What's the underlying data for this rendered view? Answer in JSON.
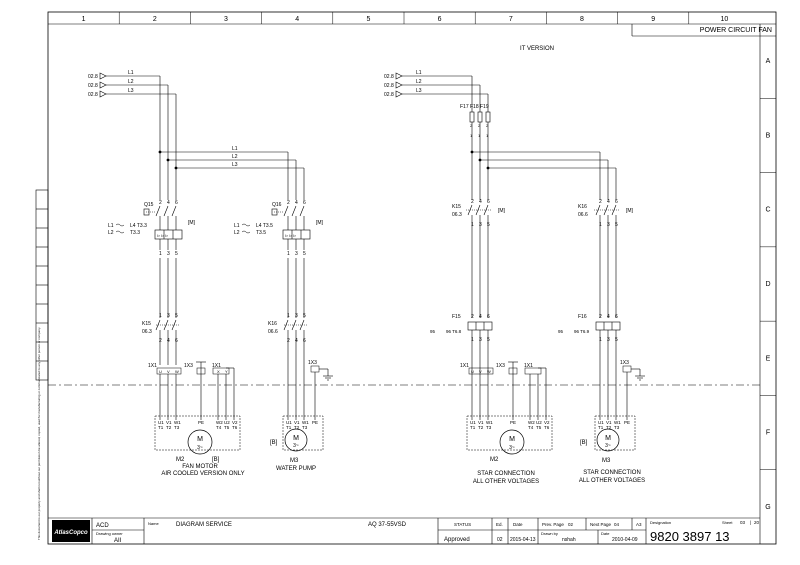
{
  "sheet_title": "POWER CIRCUIT FAN",
  "subtitle": "IT VERSION",
  "columns": [
    "1",
    "2",
    "3",
    "4",
    "5",
    "6",
    "7",
    "8",
    "9",
    "10"
  ],
  "rows": [
    "A",
    "B",
    "C",
    "D",
    "E",
    "F",
    "G"
  ],
  "left_feed": {
    "sources": [
      "02.8",
      "02.8",
      "02.8"
    ],
    "phases": [
      "L1",
      "L2",
      "L3"
    ]
  },
  "right_feed": {
    "sources": [
      "02.8",
      "02.8",
      "02.8"
    ],
    "phases": [
      "L1",
      "L2",
      "L3"
    ]
  },
  "mid_bus": [
    "L1",
    "L2",
    "L3"
  ],
  "right_fuses": {
    "labels": [
      "F17",
      "F18",
      "F19"
    ],
    "in_terms": [
      "2",
      "2",
      "2"
    ],
    "out_terms": [
      "1",
      "1",
      "1"
    ]
  },
  "q15": {
    "label": "Q15",
    "top_terms": [
      "2",
      "4",
      "6"
    ],
    "bottom_terms": [
      "1",
      "3",
      "5"
    ],
    "mark": "[M]",
    "aux1": "L1",
    "aux1_ref": "L4 T3.3",
    "aux2": "L2",
    "aux2_ref": "T3.3",
    "plate": "I> I> I>"
  },
  "q16": {
    "label": "Q16",
    "top_terms": [
      "2",
      "4",
      "6"
    ],
    "bottom_terms": [
      "1",
      "3",
      "5"
    ],
    "mark": "[M]",
    "aux1": "L1",
    "aux1_ref": "L4 T3.5",
    "aux2": "L2",
    "aux2_ref": "T3.5",
    "plate": "I> I> I>"
  },
  "k15_a": {
    "label": "K15",
    "ref": "06.3",
    "top_terms": [
      "1",
      "3",
      "5"
    ],
    "bottom_terms": [
      "2",
      "4",
      "6"
    ]
  },
  "k16_a": {
    "label": "K16",
    "ref": "06.6",
    "top_terms": [
      "1",
      "3",
      "5"
    ],
    "bottom_terms": [
      "2",
      "4",
      "6"
    ]
  },
  "k15_b": {
    "label": "K15",
    "ref": "06.3",
    "top_terms": [
      "2",
      "4",
      "6"
    ],
    "bottom_terms": [
      "1",
      "3",
      "5"
    ],
    "mark": "[M]"
  },
  "k16_b": {
    "label": "K16",
    "ref": "06.6",
    "top_terms": [
      "2",
      "4",
      "6"
    ],
    "bottom_terms": [
      "1",
      "3",
      "5"
    ],
    "mark": "[M]"
  },
  "f15": {
    "label": "F15",
    "ref1": "95",
    "ref2": "96 T6.8",
    "top_terms": [
      "2",
      "4",
      "6"
    ],
    "bottom_terms": [
      "1",
      "3",
      "5"
    ]
  },
  "f16": {
    "label": "F16",
    "ref1": "95",
    "ref2": "96 T6.9",
    "top_terms": [
      "2",
      "4",
      "6"
    ],
    "bottom_terms": [
      "1",
      "3",
      "5"
    ]
  },
  "terminals": {
    "x1": "1X1",
    "x3": "1X3",
    "uvw": [
      "U",
      "V",
      "W"
    ],
    "pe": "PE",
    "xy": [
      "X",
      "Y"
    ]
  },
  "motor_m2_left": {
    "symbol": "M",
    "phase": "3~",
    "terms_a": [
      "U1",
      "V1",
      "W1"
    ],
    "terms_b": [
      "T1",
      "T2",
      "T3"
    ],
    "pe": "PE",
    "terms_c": [
      "W2",
      "U2",
      "V2"
    ],
    "terms_d": [
      "T4",
      "T5",
      "T6"
    ],
    "tag": "M2",
    "mark": "[B]",
    "caption1": "FAN MOTOR",
    "caption2": "AIR COOLED VERSION ONLY"
  },
  "motor_m3_left": {
    "symbol": "M",
    "phase": "3~",
    "terms_a": [
      "U1",
      "V1",
      "W1"
    ],
    "terms_b": [
      "T1",
      "T2",
      "T3"
    ],
    "pe": "PE",
    "tag": "M3",
    "mark": "[B]",
    "caption1": "WATER PUMP"
  },
  "motor_m2_right": {
    "symbol": "M",
    "phase": "3~",
    "terms_a": [
      "U1",
      "V1",
      "W1"
    ],
    "terms_b": [
      "T1",
      "T2",
      "T3"
    ],
    "pe": "PE",
    "terms_c": [
      "W2",
      "U2",
      "V2"
    ],
    "terms_d": [
      "T4",
      "T5",
      "T6"
    ],
    "tag": "M2",
    "caption1": "STAR CONNECTION",
    "caption2": "ALL OTHER VOLTAGES"
  },
  "motor_m3_right": {
    "symbol": "M",
    "phase": "3~",
    "terms_a": [
      "U1",
      "V1",
      "W1"
    ],
    "terms_b": [
      "T1",
      "T2",
      "T3"
    ],
    "pe": "PE",
    "tag": "M3",
    "mark": "[B]",
    "caption1": "STAR CONNECTION",
    "caption2": "ALL OTHER VOLTAGES"
  },
  "title_block": {
    "logo": "AtlasCopco",
    "dept": "ACD",
    "owner_label": "Drawing owner",
    "owner": "AII",
    "name_label": "Name",
    "name": "DIAGRAM SERVICE",
    "model": "AQ 37-55VSD",
    "status_label": "STATUS",
    "status": "Approved",
    "ed_label": "Ed.",
    "ed": "02",
    "date_label": "Date",
    "date": "2015-04-13",
    "drawn_label": "Drawn by",
    "drawn": "nshah",
    "prev_label": "Prev. Page",
    "prev": "02",
    "next_label": "Next Page",
    "next": "04",
    "size": "A3",
    "date2_label": "Date",
    "date2": "2010-04-09",
    "designation_label": "Designation",
    "designation": "9820 3897 13",
    "sheet_label": "Sheet",
    "sheet": "03",
    "sheet_total": "20"
  },
  "side_note": "This document is our property and shall not without our permission be altered, copied, used for manufacturing or communicated to any other person or company."
}
